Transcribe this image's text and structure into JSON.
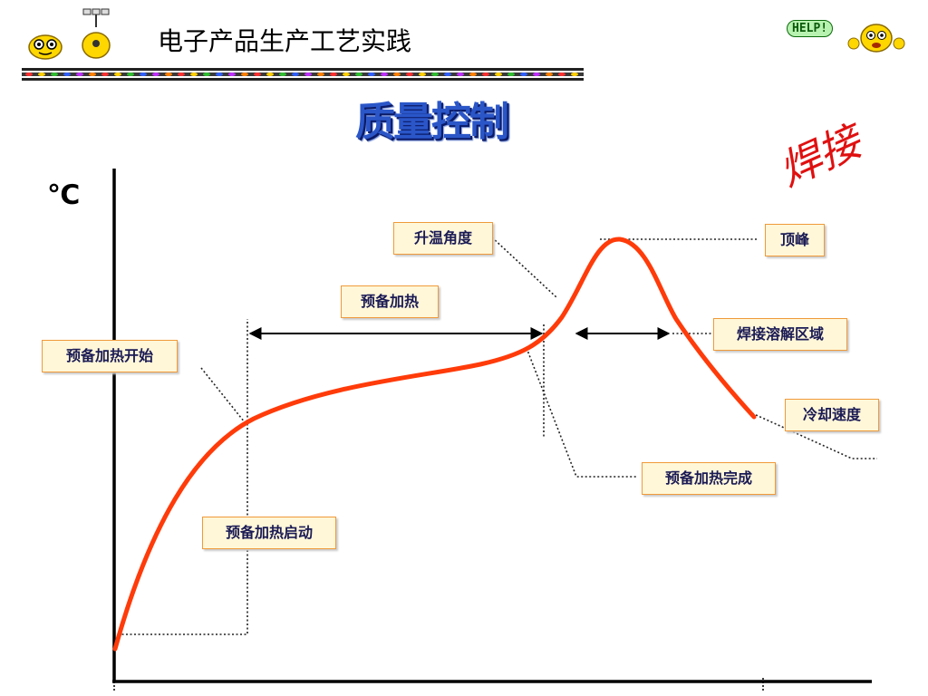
{
  "header": {
    "title": "电子产品生产工艺实践",
    "help_text": "HELP!"
  },
  "slide": {
    "main_title": "质量控制",
    "topic_script": "焊接",
    "y_unit": "℃"
  },
  "labels": {
    "ramp_angle": "升温角度",
    "preheat": "预备加热",
    "preheat_begin": "预备加热开始",
    "peak": "顶峰",
    "melt_zone": "焊接溶解区域",
    "cooling_rate": "冷却速度",
    "preheat_complete": "预备加热完成",
    "preheat_start": "预备加热启动"
  },
  "colors": {
    "curve": "#ff3b0a",
    "label_bg": "#fff7d8",
    "label_border": "#f09a3a",
    "label_text": "#1a1a55",
    "title_blue": "#2a56c8",
    "script_red": "#e01010"
  },
  "icons": [
    "smiley-icon",
    "stopwatch-icon",
    "help-smiley-icon"
  ]
}
